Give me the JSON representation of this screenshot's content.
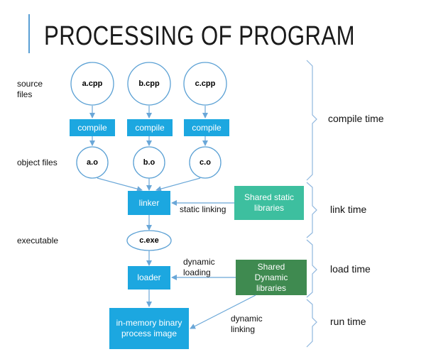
{
  "title": "PROCESSING OF PROGRAM",
  "row_labels": {
    "source_files": "source files",
    "object_files": "object files",
    "executable": "executable"
  },
  "sources": [
    "a.cpp",
    "b.cpp",
    "c.cpp"
  ],
  "compile_label": "compile",
  "objects": [
    "a.o",
    "b.o",
    "c.o"
  ],
  "linker": "linker",
  "shared_static": "Shared static libraries",
  "static_linking": "static linking",
  "executable_file": "c.exe",
  "loader": "loader",
  "shared_dynamic": "Shared Dynamic libraries",
  "dynamic_loading": "dynamic loading",
  "dynamic_linking": "dynamic linking",
  "process_image": "in-memory binary process image",
  "phases": {
    "compile_time": "compile time",
    "link_time": "link time",
    "load_time": "load time",
    "run_time": "run time"
  },
  "colors": {
    "node_fill": "#1ca7e0",
    "node_stroke": "#5aa0d4",
    "static_lib_fill": "#3dbf9f",
    "dynamic_lib_fill": "#3f8a50",
    "arrow": "#6aa7d8",
    "bracket": "#8fb7de"
  }
}
